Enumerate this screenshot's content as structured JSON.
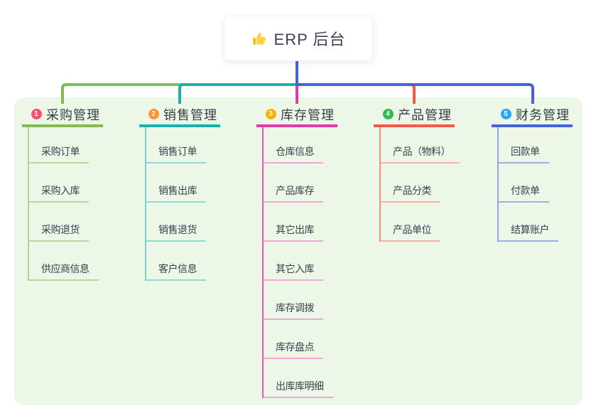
{
  "root": {
    "label": "ERP 后台",
    "icon": "thumbs-up"
  },
  "branches": [
    {
      "badge": "1",
      "label": "采购管理",
      "colors": {
        "badge": "#f4516c",
        "line": "#82bb4f",
        "stem": "#aed390",
        "child_line": "#b5d89b"
      },
      "children": [
        "采购订单",
        "采购入库",
        "采购退货",
        "供应商信息"
      ]
    },
    {
      "badge": "2",
      "label": "销售管理",
      "colors": {
        "badge": "#ff9232",
        "line": "#16b3ab",
        "stem": "#77d5cf",
        "child_line": "#8adbd5"
      },
      "children": [
        "销售订单",
        "销售出库",
        "销售退货",
        "客户信息"
      ]
    },
    {
      "badge": "3",
      "label": "库存管理",
      "colors": {
        "badge": "#fdb202",
        "line": "#e23ba4",
        "stem": "#ee55b4",
        "child_line": "#f3a6d6"
      },
      "children": [
        "仓库信息",
        "产品库存",
        "其它出库",
        "其它入库",
        "库存调拨",
        "库存盘点",
        "出库库明细"
      ]
    },
    {
      "badge": "4",
      "label": "产品管理",
      "colors": {
        "badge": "#2bbd52",
        "line": "#f4574e",
        "stem": "#f58b84",
        "child_line": "#f8b0aa"
      },
      "children": [
        "产品（物料）",
        "产品分类",
        "产品单位"
      ]
    },
    {
      "badge": "5",
      "label": "财务管理",
      "colors": {
        "badge": "#2ba6f0",
        "line": "#4463d6",
        "stem": "#93a6de",
        "child_line": "#9db0e2"
      },
      "children": [
        "回款单",
        "付款单",
        "结算账户"
      ]
    }
  ],
  "canvas": {
    "panel_color": "#ecf7e8",
    "root_text_color": "#3d4254",
    "thumb_color": "#fdd23a",
    "thumb_sleeve_color": "#f5b60d"
  }
}
